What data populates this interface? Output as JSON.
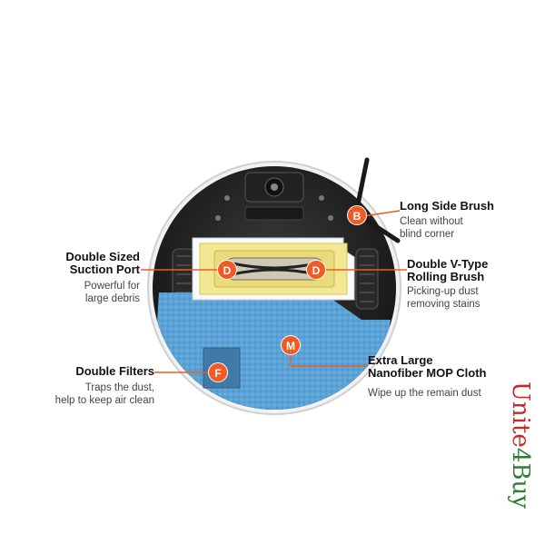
{
  "features": {
    "long_side_brush": {
      "title": "Long Side Brush",
      "desc": [
        "Clean without",
        "blind corner"
      ],
      "marker": "B"
    },
    "suction_port": {
      "title": [
        "Double Sized",
        "Suction Port"
      ],
      "desc": [
        "Powerful for",
        "large debris"
      ],
      "marker": "D"
    },
    "rolling_brush": {
      "title": [
        "Double V-Type",
        "Rolling Brush"
      ],
      "desc": [
        "Picking-up dust",
        "removing stains"
      ],
      "marker": "D"
    },
    "filters": {
      "title": "Double Filters",
      "desc": [
        "Traps the dust,",
        "help to keep air clean"
      ],
      "marker": "F"
    },
    "mop": {
      "title": [
        "Extra Large",
        "Nanofiber MOP Cloth"
      ],
      "desc": "Wipe up the remain dust",
      "marker": "M"
    }
  },
  "watermark": {
    "text1": "Unite",
    "text2": "4Buy"
  },
  "colors": {
    "accent": "#f15a22",
    "mop": "#5ba3d6",
    "filter_yellow": "#f3ea9a"
  }
}
